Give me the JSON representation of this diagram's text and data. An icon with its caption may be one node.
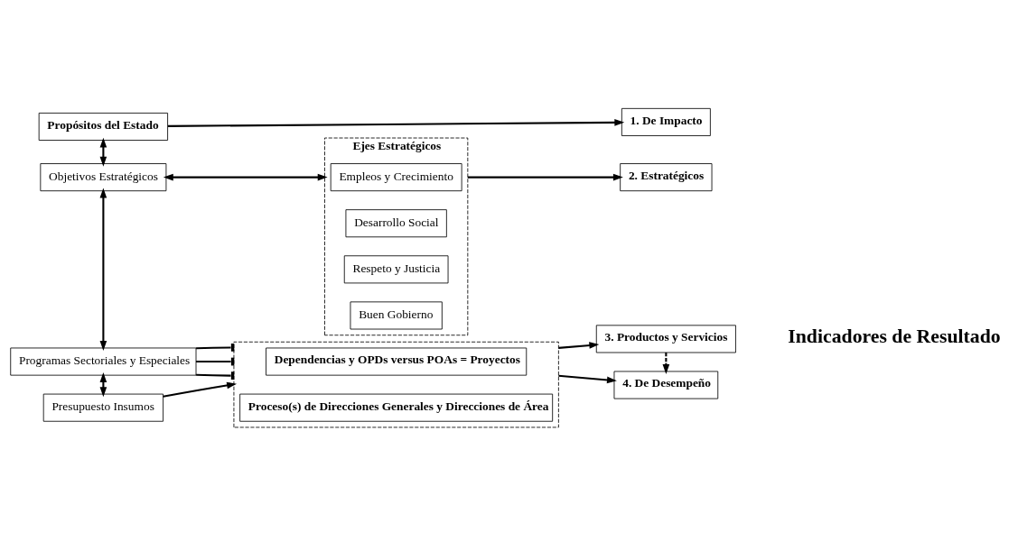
{
  "diagram": {
    "nodes": [
      {
        "text": [
          "Propósitos del Estado"
        ]
      },
      {
        "text": [
          "Objetivos Estratégicos"
        ]
      },
      {
        "text": [
          "Programas Sectoriales y Especiales"
        ]
      },
      {
        "text": [
          "Presupuesto Insumos"
        ]
      },
      {
        "text": [
          "Ejes Estratégicos"
        ]
      },
      {
        "text": [
          "Empleos y Crecimiento"
        ],
        "in": 4
      },
      {
        "text": [
          "Desarrollo Social"
        ],
        "in": 4
      },
      {
        "text": [
          "Respeto y Justicia"
        ],
        "in": 4
      },
      {
        "text": [
          "Buen Gobierno"
        ],
        "in": 4
      },
      {
        "text": [],
        "shape": "box"
      },
      {
        "text": [
          "Dependencias y OPDs versus POAs = Proyectos"
        ],
        "in": 9
      },
      {
        "text": [
          "Proceso(s) de Direcciones Generales y Direcciones de Área"
        ],
        "in": 9
      },
      {
        "text": [
          "1. De Impacto"
        ]
      },
      {
        "text": [
          "2. Estratégicos"
        ]
      },
      {
        "text": [
          "3. Productos y Servicios"
        ]
      },
      {
        "text": [
          "4. De Desempeño"
        ]
      }
    ],
    "edges": [
      {
        "from": 0,
        "to": 12,
        "arrow": "to"
      },
      {
        "from": 0,
        "to": 1,
        "arrow": "both"
      },
      {
        "from": 1,
        "to": 4,
        "arrow": "both"
      },
      {
        "from": 1,
        "to": 2,
        "arrow": "both"
      },
      {
        "from": 2,
        "to": 9,
        "arrow": "other"
      },
      {
        "from": 2,
        "to": 9,
        "arrow": "other"
      },
      {
        "from": 2,
        "to": 9,
        "arrow": "other"
      },
      {
        "from": 2,
        "to": 3,
        "arrow": "both"
      },
      {
        "from": 3,
        "to": 9,
        "arrow": "to"
      },
      {
        "from": 4,
        "to": 13,
        "arrow": "to"
      },
      {
        "from": 9,
        "to": 14,
        "arrow": "to"
      },
      {
        "from": 14,
        "to": 15,
        "arrow": "to",
        "style": "dashed"
      },
      {
        "from": 9,
        "to": 15,
        "arrow": "to"
      }
    ],
    "labels": [
      "Indicadores de Resultado"
    ]
  }
}
